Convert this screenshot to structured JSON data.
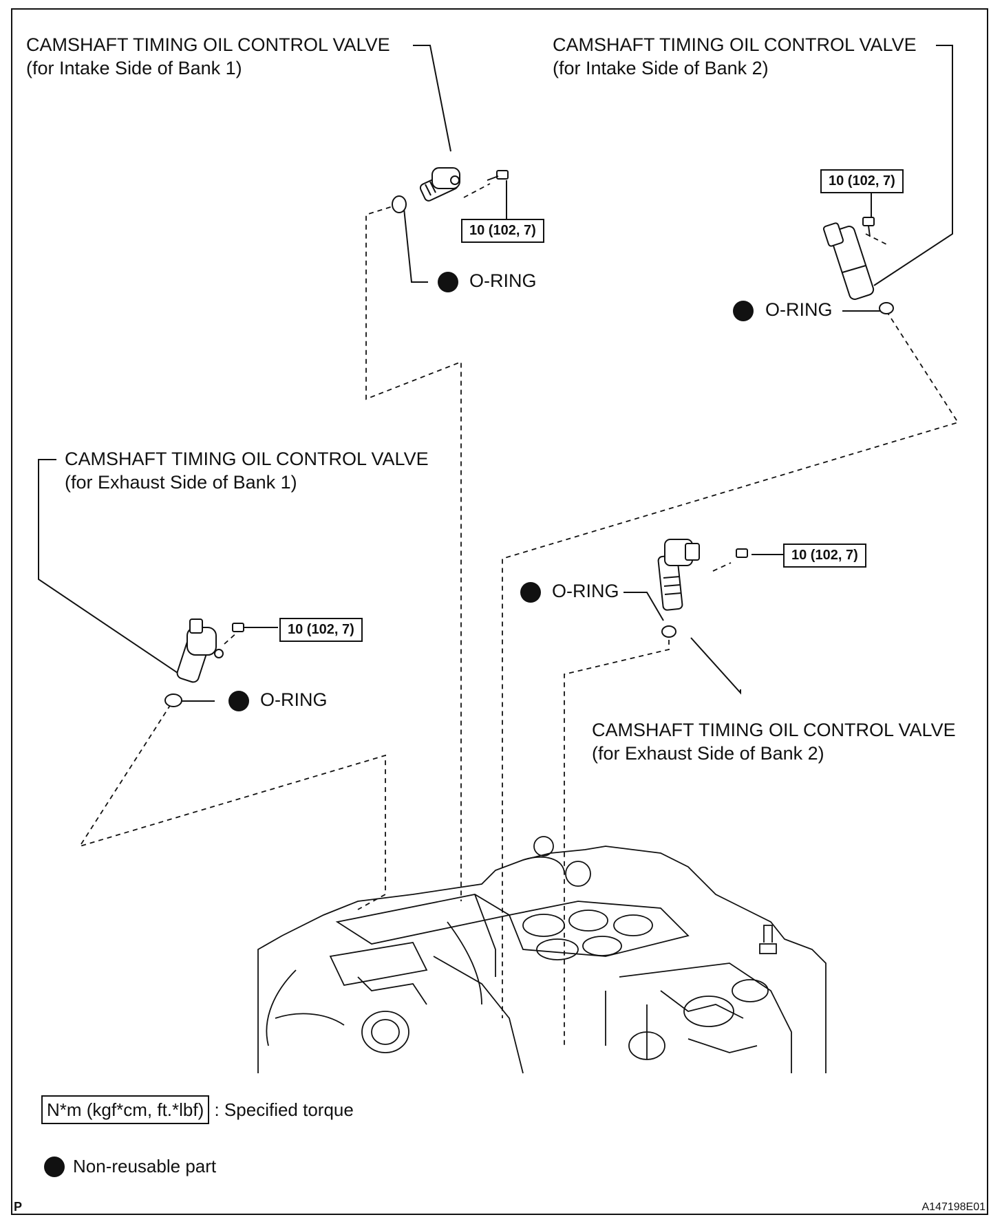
{
  "callouts": {
    "intake_bank1": {
      "title": "CAMSHAFT TIMING OIL CONTROL VALVE",
      "sub": "(for Intake Side of Bank 1)"
    },
    "intake_bank2": {
      "title": "CAMSHAFT TIMING OIL CONTROL VALVE",
      "sub": "(for Intake Side of Bank 2)"
    },
    "exhaust_bank1": {
      "title": "CAMSHAFT TIMING OIL CONTROL VALVE",
      "sub": "(for Exhaust Side of Bank 1)"
    },
    "exhaust_bank2": {
      "title": "CAMSHAFT TIMING OIL CONTROL VALVE",
      "sub": "(for Exhaust Side of Bank 2)"
    }
  },
  "torque_value": "10 (102, 7)",
  "oring_label": "O-RING",
  "legend": {
    "torque_box": "N*m (kgf*cm, ft.*lbf)",
    "torque_text": ": Specified torque",
    "nonreusable_text": "Non-reusable part"
  },
  "footer": {
    "left": "P",
    "right": "A147198E01"
  }
}
